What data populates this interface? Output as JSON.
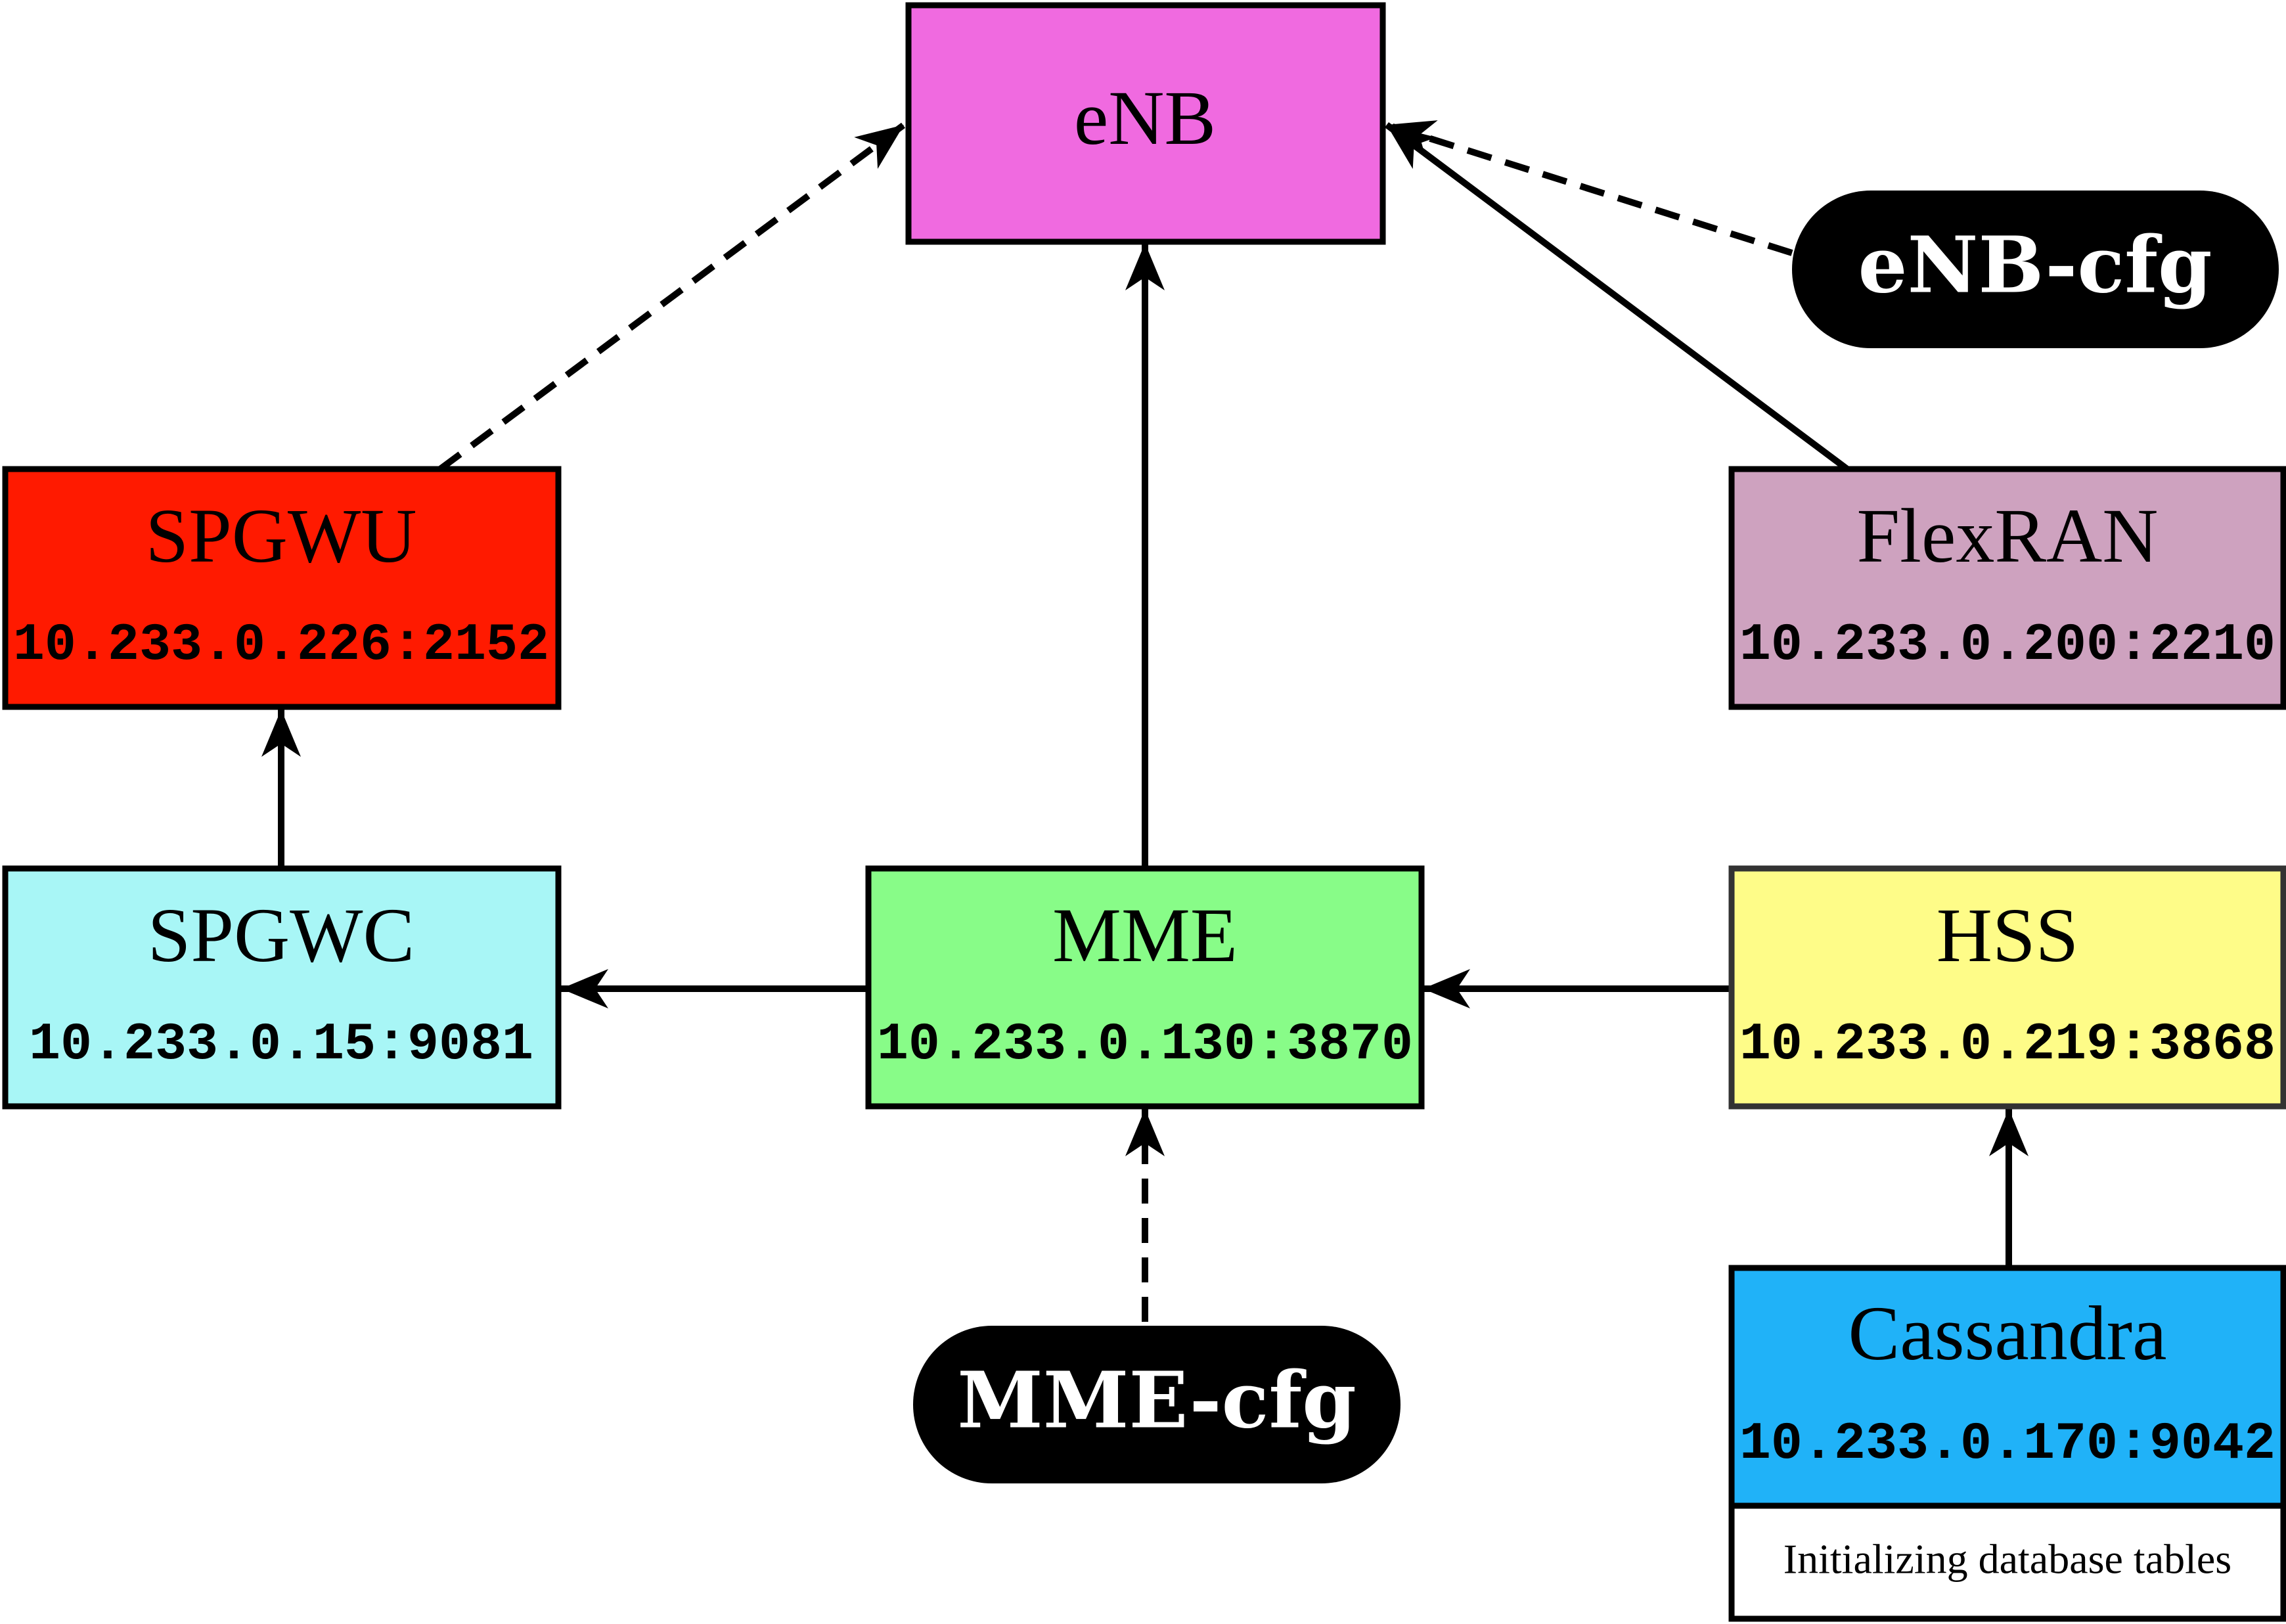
{
  "nodes": {
    "enb": {
      "title": "eNB",
      "color": "#f06ae0"
    },
    "spgwu": {
      "title": "SPGWU",
      "address": "10.233.0.226:2152",
      "color": "#ff1a00"
    },
    "flexran": {
      "title": "FlexRAN",
      "address": "10.233.0.200:2210",
      "color": "#cea2bf"
    },
    "spgwc": {
      "title": "SPGWC",
      "address": "10.233.0.15:9081",
      "color": "#a8f6f6"
    },
    "mme": {
      "title": "MME",
      "address": "10.233.0.130:3870",
      "color": "#88fc88"
    },
    "hss": {
      "title": "HSS",
      "address": "10.233.0.219:3868",
      "color": "#fefc88"
    },
    "cassandra": {
      "title": "Cassandra",
      "address": "10.233.0.170:9042",
      "color": "#20b2f8",
      "status": "Initializing database tables"
    }
  },
  "configs": {
    "enb_cfg": {
      "label": "eNB-cfg"
    },
    "mme_cfg": {
      "label": "MME-cfg"
    }
  },
  "edges": [
    {
      "from": "SPGWU",
      "to": "eNB",
      "style": "dashed"
    },
    {
      "from": "MME",
      "to": "eNB",
      "style": "solid"
    },
    {
      "from": "FlexRAN",
      "to": "eNB",
      "style": "solid"
    },
    {
      "from": "eNB-cfg",
      "to": "eNB",
      "style": "dashed"
    },
    {
      "from": "SPGWC",
      "to": "SPGWU",
      "style": "solid"
    },
    {
      "from": "MME",
      "to": "SPGWC",
      "style": "solid"
    },
    {
      "from": "HSS",
      "to": "MME",
      "style": "solid"
    },
    {
      "from": "MME-cfg",
      "to": "MME",
      "style": "dashed"
    },
    {
      "from": "Cassandra",
      "to": "HSS",
      "style": "solid"
    }
  ]
}
